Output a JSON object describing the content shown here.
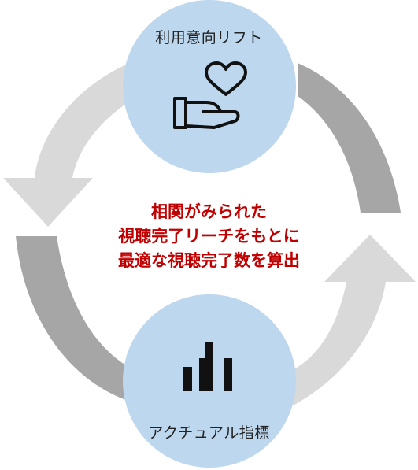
{
  "top_node": {
    "label": "利用意向リフト",
    "icon": "hand-holding-heart-icon"
  },
  "bottom_node": {
    "label": "アクチュアル指標",
    "icon": "bar-chart-icon"
  },
  "center": {
    "line1": "相関がみられた",
    "line2": "視聴完了リーチをもとに",
    "line3": "最適な視聴完了数を算出"
  },
  "colors": {
    "circle_fill": "#bdd7ee",
    "arrow_light": "#d9d9d9",
    "arrow_dark": "#a6a6a6",
    "center_text": "#c00000",
    "icon_stroke": "#111111"
  }
}
